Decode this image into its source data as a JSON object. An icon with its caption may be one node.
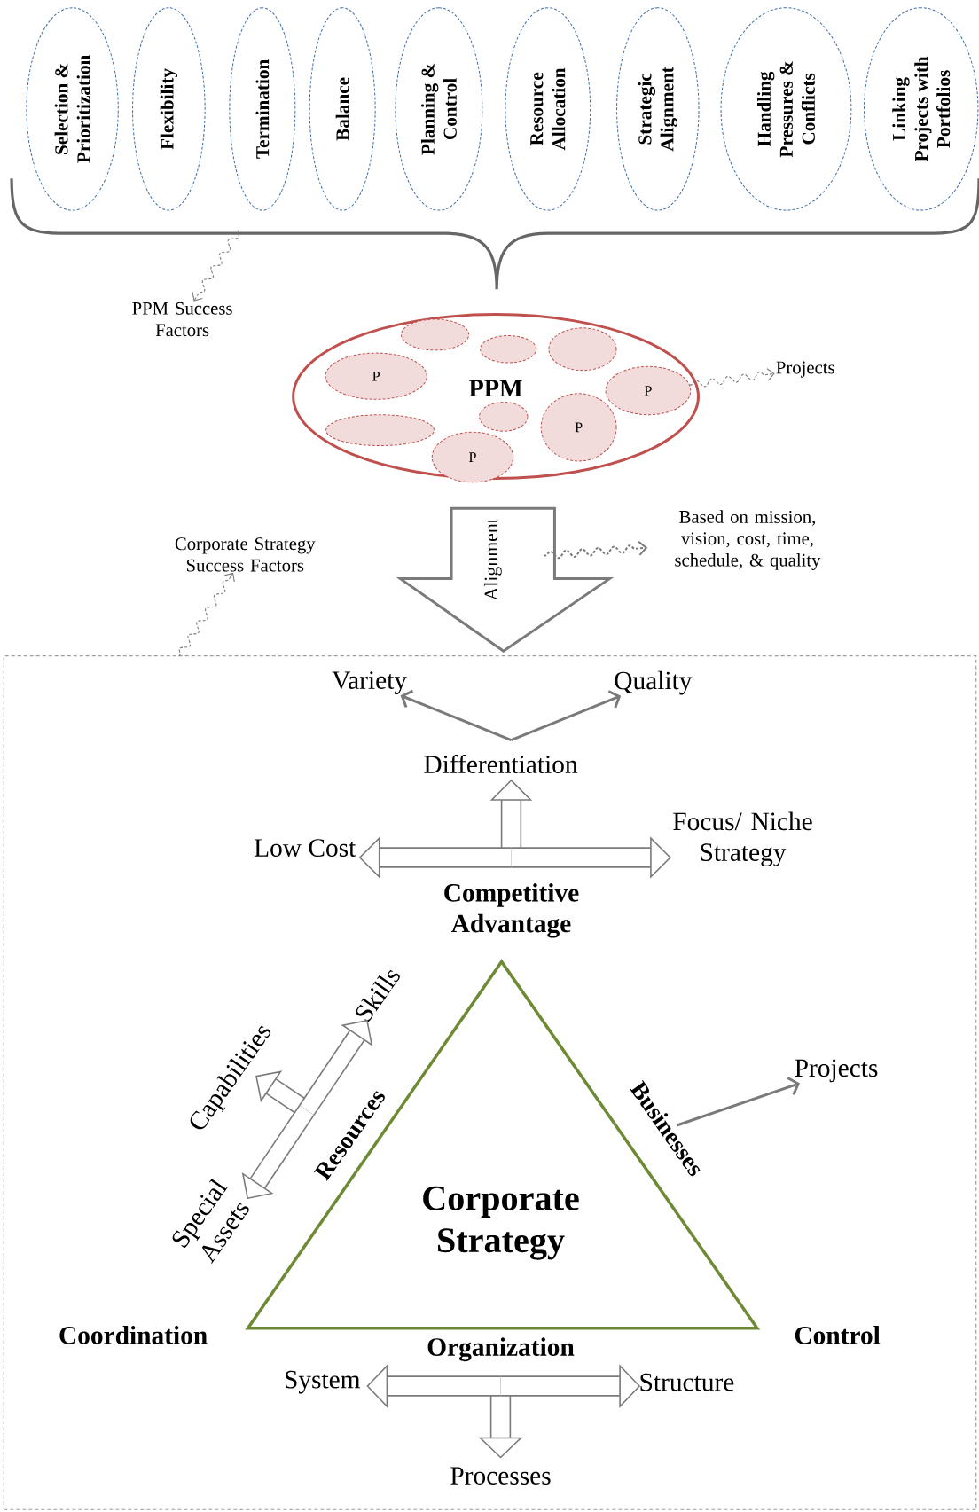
{
  "diagram": {
    "nodes": [
      {
        "text": [
          "Selection & Prioritization"
        ]
      },
      {
        "text": [
          "Flexibility"
        ]
      },
      {
        "text": [
          "Termination"
        ]
      },
      {
        "text": [
          "Balance"
        ]
      },
      {
        "text": [
          "Planning & Control"
        ]
      },
      {
        "text": [
          "Resource Allocation"
        ]
      },
      {
        "text": [
          "Strategic Alignment"
        ]
      },
      {
        "text": [
          "Handling Pressures & Conflicts"
        ]
      },
      {
        "text": [
          "Linking Projects with Portfolios"
        ]
      },
      {
        "text": [
          "PPM Success Factors"
        ]
      },
      {
        "text": [
          "PPM"
        ]
      },
      {
        "text": [],
        "shape": "ellipse",
        "in": 10
      },
      {
        "text": [],
        "shape": "ellipse",
        "in": 10
      },
      {
        "text": [],
        "shape": "ellipse",
        "in": 10
      },
      {
        "text": [
          "P"
        ],
        "in": 10
      },
      {
        "text": [
          "P"
        ],
        "in": 10
      },
      {
        "text": [],
        "shape": "ellipse",
        "in": 10
      },
      {
        "text": [],
        "shape": "ellipse",
        "in": 10
      },
      {
        "text": [
          "P"
        ],
        "in": 10
      },
      {
        "text": [
          "P"
        ],
        "in": 10
      },
      {
        "text": [
          "Projects"
        ]
      },
      {
        "text": [
          "Alignment"
        ]
      },
      {
        "text": [
          "Corporate Strategy Success Factors"
        ]
      },
      {
        "text": [
          "Based on mission, vision, cost, time, schedule, & quality"
        ]
      },
      {
        "text": [],
        "shape": "box"
      },
      {
        "text": [
          "Variety"
        ],
        "in": 24
      },
      {
        "text": [
          "Quality"
        ],
        "in": 24
      },
      {
        "text": [
          "Differentiation"
        ],
        "in": 24
      },
      {
        "text": [
          "Low Cost"
        ],
        "in": 24
      },
      {
        "text": [
          "Focus/ Niche Strategy"
        ],
        "in": 24
      },
      {
        "text": [
          "Competitive Advantage"
        ],
        "in": 24
      },
      {
        "text": [
          "Capabilities"
        ],
        "in": 24
      },
      {
        "text": [
          "Skills"
        ],
        "in": 24
      },
      {
        "text": [
          "Resources"
        ],
        "in": 24
      },
      {
        "text": [
          "Businesses"
        ],
        "in": 24
      },
      {
        "text": [
          "Projects"
        ],
        "in": 24
      },
      {
        "text": [
          "Corporate Strategy"
        ],
        "in": 24
      },
      {
        "text": [
          "Special Assets"
        ],
        "in": 24
      },
      {
        "text": [
          "Organization"
        ],
        "in": 24
      },
      {
        "text": [
          "System"
        ],
        "in": 24
      },
      {
        "text": [
          "Structure"
        ],
        "in": 24
      },
      {
        "text": [
          "Processes"
        ],
        "in": 24
      }
    ],
    "edges": [
      {
        "from": null,
        "to": 9,
        "arrow": "to",
        "style": "dashed"
      },
      {
        "from": 15,
        "to": 20,
        "arrow": "to",
        "style": "dashed"
      },
      {
        "from": 21,
        "to": 23,
        "arrow": "to",
        "style": "dashed"
      },
      {
        "from": 24,
        "to": 22,
        "arrow": "to",
        "style": "dashed"
      },
      {
        "from": 27,
        "to": 25,
        "arrow": "to"
      },
      {
        "from": 27,
        "to": 26,
        "arrow": "to"
      },
      {
        "from": 30,
        "to": 27,
        "arrow": "to"
      },
      {
        "from": 30,
        "to": 28,
        "arrow": "to"
      },
      {
        "from": 30,
        "to": 29,
        "arrow": "to"
      },
      {
        "from": 33,
        "to": 32,
        "arrow": "to"
      },
      {
        "from": 33,
        "to": 37,
        "arrow": "to"
      },
      {
        "from": 33,
        "to": 31,
        "arrow": "to"
      },
      {
        "from": 34,
        "to": 35,
        "arrow": "to"
      },
      {
        "from": 38,
        "to": 39,
        "arrow": "to"
      },
      {
        "from": 38,
        "to": 40,
        "arrow": "to"
      },
      {
        "from": 38,
        "to": 41,
        "arrow": "to"
      }
    ],
    "labels": [
      "Coordination",
      "Control"
    ]
  }
}
